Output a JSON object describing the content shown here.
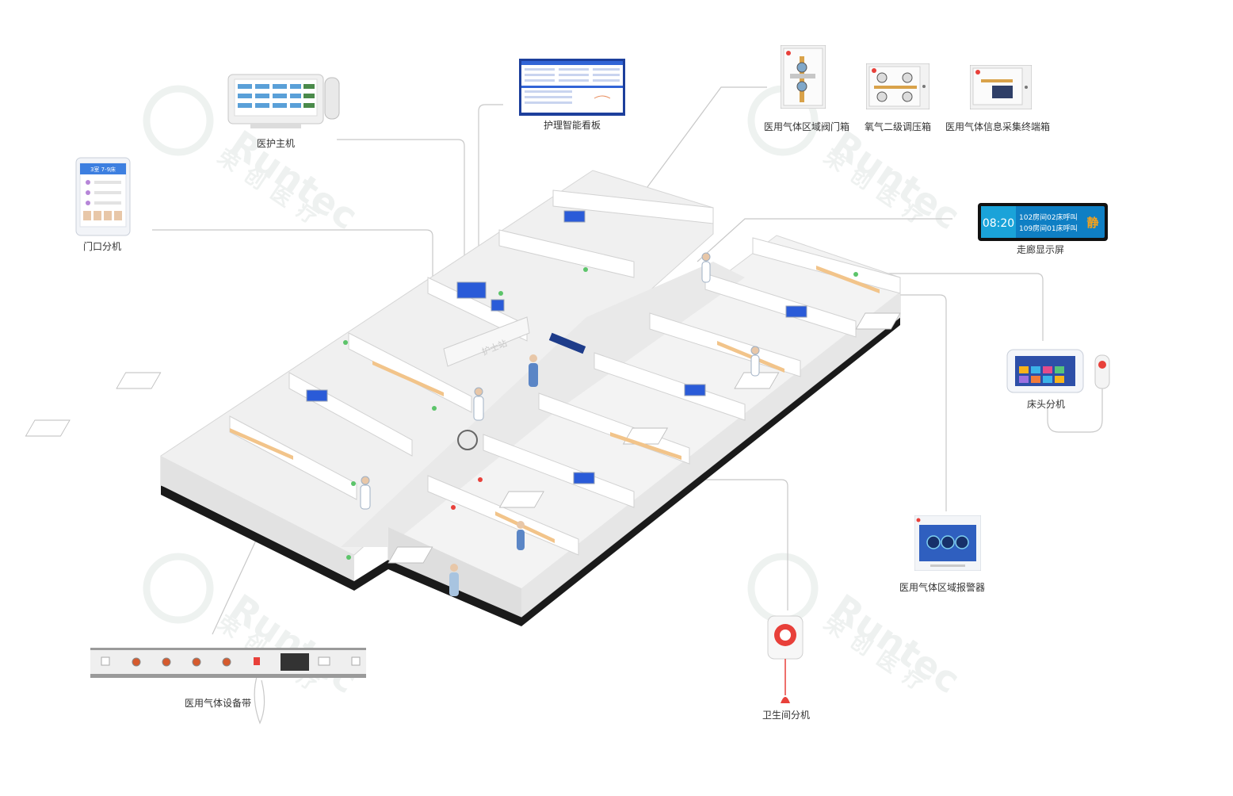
{
  "watermark": {
    "brand": "Runtec",
    "cn": "荣创医疗"
  },
  "devices": {
    "nurse_host": {
      "label": "医护主机"
    },
    "nursing_board": {
      "label": "护理智能看板"
    },
    "valve_box": {
      "label": "医用气体区域阀门箱"
    },
    "oxygen_box": {
      "label": "氧气二级调压箱"
    },
    "gas_terminal": {
      "label": "医用气体信息采集终端箱"
    },
    "door_unit": {
      "label": "门口分机",
      "screen_text": "3室 7-9床"
    },
    "corridor_screen": {
      "label": "走廊显示屏",
      "time": "08:20",
      "line1": "102房间02床呼叫",
      "line2": "109房间01床呼叫",
      "badge": "静"
    },
    "bedside_unit": {
      "label": "床头分机"
    },
    "gas_alarm": {
      "label": "医用气体区域报警器"
    },
    "gas_strip": {
      "label": "医用气体设备带"
    },
    "toilet_unit": {
      "label": "卫生间分机"
    }
  },
  "floor_plan": {
    "station_sign": "护士站"
  },
  "colors": {
    "accent_green": "#5cc46a",
    "call_red": "#e8403a",
    "screen_blue": "#2a5bd8",
    "wall": "#e6e6e6",
    "floor_base": "#1a1a1a"
  }
}
